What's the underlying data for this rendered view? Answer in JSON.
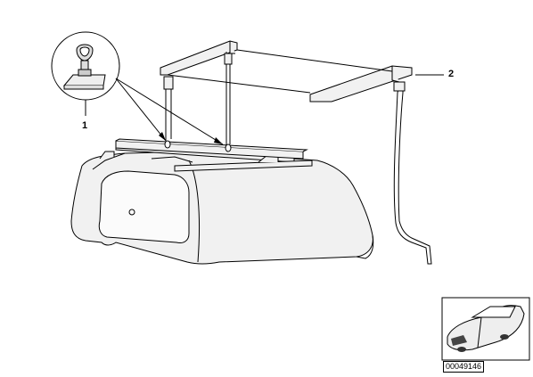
{
  "callouts": {
    "part_1": "1",
    "part_2": "2"
  },
  "thumbnail": {
    "code": "00049146"
  },
  "colors": {
    "body_fill": "#f1f1f1",
    "line": "#000000",
    "inset_fill": "#dddddd"
  }
}
